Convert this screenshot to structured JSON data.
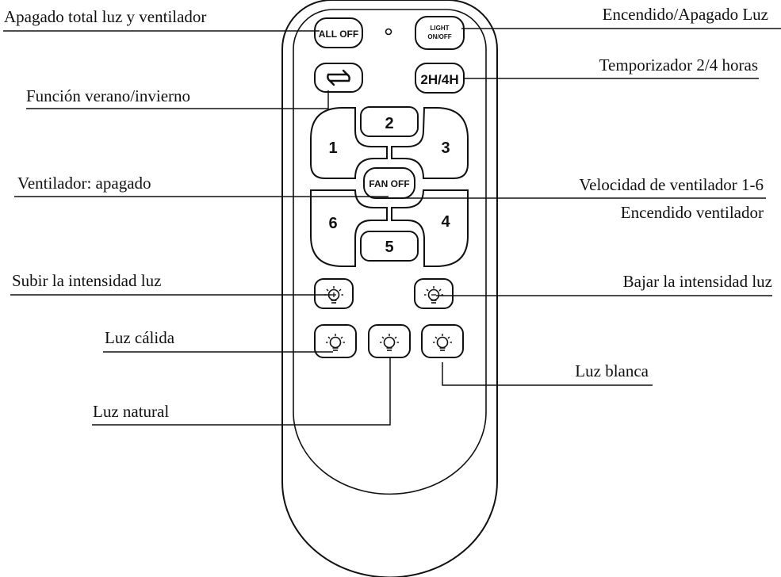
{
  "labels": {
    "all_off": "Apagado total luz y ventilador",
    "light_onoff": "Encendido/Apagado Luz",
    "timer": "Temporizador 2/4 horas",
    "season": "Función verano/invierno",
    "fan_off": "Ventilador: apagado",
    "speed": "Velocidad de ventilador 1-6",
    "fan_on": "Encendido ventilador",
    "dim_up": "Subir la intensidad luz",
    "dim_down": "Bajar la intensidad luz",
    "warm": "Luz cálida",
    "white": "Luz blanca",
    "natural": "Luz natural"
  },
  "buttons": {
    "all_off": "ALL OFF",
    "light_line1": "LIGHT",
    "light_line2": "ON/OFF",
    "timer": "2H/4H",
    "fan_off": "FAN OFF",
    "speeds": [
      "1",
      "2",
      "3",
      "4",
      "5",
      "6"
    ]
  },
  "icons": {
    "season_button": "swap-arrows-icon",
    "dim_up_button": "bulb-plus-icon",
    "dim_down_button": "bulb-minus-icon",
    "warm_button": "bulb-icon",
    "natural_button": "bulb-icon",
    "white_button": "bulb-icon"
  }
}
